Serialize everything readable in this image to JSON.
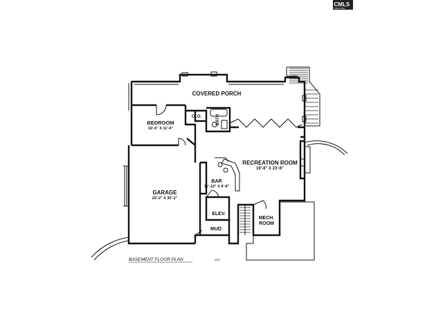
{
  "plan": {
    "title": "BASEMENT FLOOR PLAN",
    "note": "MTB"
  },
  "logo": {
    "text": "CMLS",
    "small_text": "CMLS.ORG"
  },
  "rooms": {
    "covered_porch": {
      "name": "COVERED PORCH"
    },
    "bedroom": {
      "name": "BEDROOM",
      "size": "16'-6\" X 11'-6\""
    },
    "closet": {
      "name": "CLO."
    },
    "bath": {
      "name": "BATH"
    },
    "recreation_room": {
      "name": "RECREATION ROOM",
      "size": "19'-8\" X 23'-6\""
    },
    "garage": {
      "name": "GARAGE",
      "size": "20'-2\" X 30'-2\""
    },
    "bar": {
      "name": "BAR",
      "size": "11'-10\" X 9'-8\""
    },
    "elevator": {
      "name": "ELEV."
    },
    "mud": {
      "name": "MUD"
    },
    "mech_room": {
      "name": "MECH.",
      "name2": "ROOM"
    }
  },
  "colors": {
    "ink": "#111111",
    "background": "#ffffff",
    "logo": "#222222"
  }
}
